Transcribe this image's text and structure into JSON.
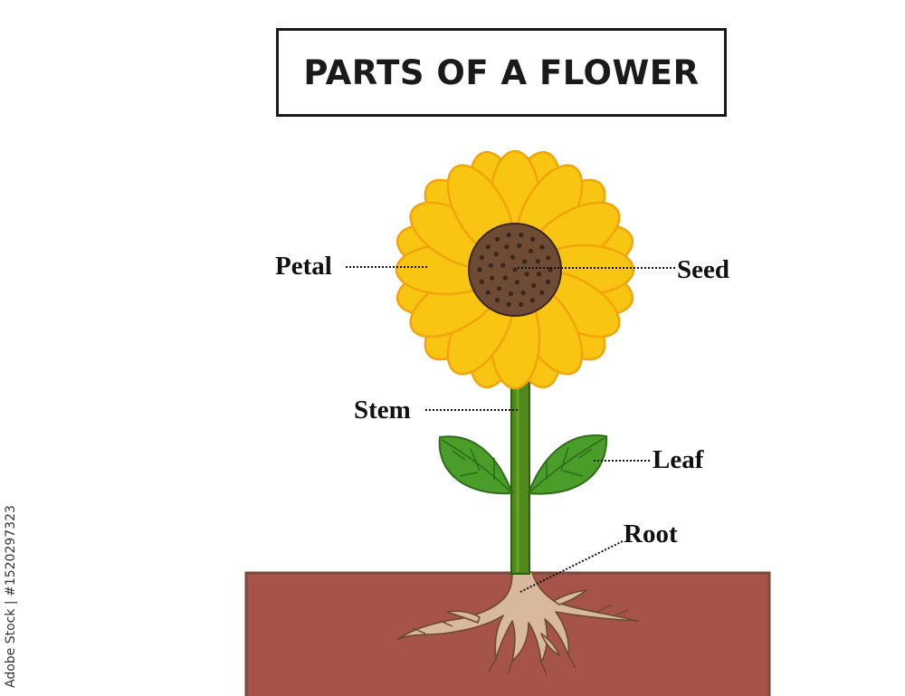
{
  "title": "PARTS OF A FLOWER",
  "labels": {
    "petal": "Petal",
    "seed": "Seed",
    "stem": "Stem",
    "leaf": "Leaf",
    "root": "Root"
  },
  "side_text": "Adobe Stock | #1520297323",
  "colors": {
    "petal_fill": "#f7c512",
    "petal_outline": "#f2a40b",
    "center_fill": "#6e4b34",
    "center_dots": "#3b261a",
    "stem": "#4f8a1a",
    "leaf_fill": "#4b9d2a",
    "leaf_vein": "#2d6e17",
    "soil_fill": "#a65349",
    "soil_outline": "#7a4a3a",
    "root_fill": "#d9b99c",
    "root_outline": "#6b4a2f"
  }
}
